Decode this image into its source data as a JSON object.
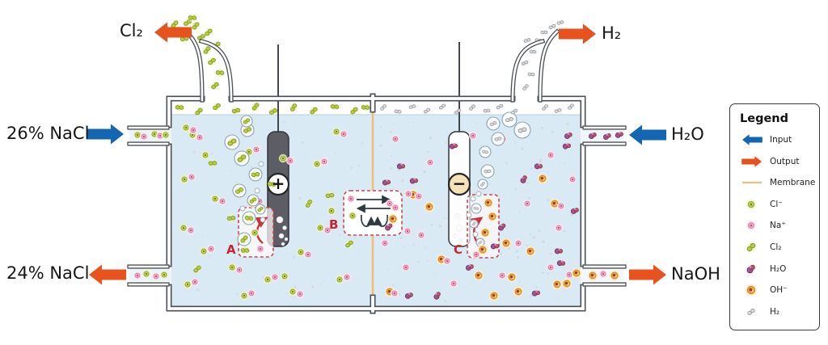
{
  "figure": {
    "labels": {
      "cl2_output": "Cl₂",
      "h2_output": "H₂",
      "nacl_input": "26% NaCl",
      "h2o_input": "H₂O",
      "nacl_output": "24% NaCl",
      "naoh_output": "NaOH"
    },
    "regions": {
      "a": "A",
      "b": "B",
      "c": "C"
    },
    "electrodes": {
      "anode_sign": "+",
      "cathode_sign": "−"
    }
  },
  "legend": {
    "title": "Legend",
    "items": [
      {
        "label": "Input",
        "icon": "input-arrow"
      },
      {
        "label": "Output",
        "icon": "output-arrow"
      },
      {
        "label": "Membrane",
        "icon": "membrane-line"
      },
      {
        "label": "Cl⁻",
        "icon": "cl-ion"
      },
      {
        "label": "Na⁺",
        "icon": "na-ion"
      },
      {
        "label": "Cl₂",
        "icon": "cl2-molecule"
      },
      {
        "label": "H₂O",
        "icon": "h2o-molecule"
      },
      {
        "label": "OH⁻",
        "icon": "oh-ion"
      },
      {
        "label": "H₂",
        "icon": "h2-molecule"
      }
    ]
  },
  "colors": {
    "input": "#1566b2",
    "output": "#e8521f",
    "membrane": "#eebf7a",
    "water": "#d9eaf5",
    "wall": "#4a4f55",
    "annotation": "#cf3a44"
  },
  "flow_arrows": [
    {
      "name": "cl2-output-arrow",
      "kind": "output",
      "dir": "left",
      "tip": [
        191,
        40
      ]
    },
    {
      "name": "h2-output-arrow",
      "kind": "output",
      "dir": "right",
      "tip": [
        737,
        42
      ]
    },
    {
      "name": "nacl-input-arrow",
      "kind": "input",
      "dir": "right",
      "tip": [
        153,
        166
      ]
    },
    {
      "name": "h2o-input-arrow",
      "kind": "input",
      "dir": "left",
      "tip": [
        778,
        167
      ]
    },
    {
      "name": "nacl-output-arrow",
      "kind": "output",
      "dir": "left",
      "tip": [
        110,
        340
      ]
    },
    {
      "name": "naoh-output-arrow",
      "kind": "output",
      "dir": "right",
      "tip": [
        824,
        340
      ]
    }
  ],
  "particles": [
    [
      "cl",
      238,
      167
    ],
    [
      "na",
      247,
      170
    ],
    [
      "cl",
      308,
      188
    ],
    [
      "na",
      317,
      185
    ],
    [
      "cl",
      350,
      196
    ],
    [
      "na",
      359,
      199
    ],
    [
      "cl",
      228,
      222
    ],
    [
      "na",
      237,
      219
    ],
    [
      "cl",
      266,
      246
    ],
    [
      "na",
      275,
      249
    ],
    [
      "cl",
      227,
      282
    ],
    [
      "na",
      236,
      285
    ],
    [
      "cl",
      252,
      311
    ],
    [
      "na",
      261,
      308
    ],
    [
      "cl",
      287,
      331
    ],
    [
      "na",
      296,
      334
    ],
    [
      "cl",
      331,
      346
    ],
    [
      "na",
      340,
      343
    ],
    [
      "cl",
      362,
      361
    ],
    [
      "na",
      371,
      364
    ],
    [
      "cl",
      302,
      366
    ],
    [
      "na",
      311,
      363
    ],
    [
      "cl",
      232,
      352
    ],
    [
      "na",
      241,
      349
    ],
    [
      "cl",
      392,
      203
    ],
    [
      "na",
      401,
      200
    ],
    [
      "cl",
      396,
      282
    ],
    [
      "na",
      405,
      285
    ],
    [
      "cl",
      372,
      312
    ],
    [
      "na",
      381,
      315
    ],
    [
      "cl",
      420,
      346
    ],
    [
      "na",
      429,
      343
    ],
    [
      "cl",
      312,
      252
    ],
    [
      "na",
      321,
      249
    ],
    [
      "cl",
      230,
      158
    ],
    [
      "na",
      239,
      161
    ],
    [
      "cl",
      416,
      163
    ],
    [
      "na",
      425,
      166
    ],
    [
      "cl",
      352,
      342
    ],
    [
      "cl",
      254,
      192
    ],
    [
      "cl2",
      263,
      202
    ],
    [
      "cl2",
      286,
      270
    ],
    [
      "cl2",
      244,
      333
    ],
    [
      "cl2",
      408,
      242
    ],
    [
      "cl2",
      432,
      302
    ],
    [
      "cl2",
      382,
      252
    ],
    [
      "cl2",
      336,
      228
    ],
    [
      "bcl2",
      287,
      176,
      9
    ],
    [
      "bcl2",
      306,
      161,
      8
    ],
    [
      "bcl2",
      299,
      196,
      9
    ],
    [
      "bcl2",
      316,
      216,
      8
    ],
    [
      "bcl2",
      296,
      236,
      8
    ],
    [
      "bcl2",
      313,
      248,
      7
    ],
    [
      "bcl2",
      322,
      259,
      6
    ],
    [
      "bcl2",
      305,
      150,
      7
    ],
    [
      "bub",
      323,
      203,
      3
    ],
    [
      "bub",
      318,
      236,
      3
    ],
    [
      "bub",
      325,
      272,
      3
    ],
    [
      "bub",
      300,
      258,
      3
    ],
    [
      "bcl2",
      308,
      270,
      8
    ],
    [
      "bcl2",
      302,
      296,
      8
    ],
    [
      "cl",
      315,
      288
    ],
    [
      "cl2",
      303,
      310
    ],
    [
      "na",
      322,
      308
    ],
    [
      "wdot",
      346,
      272,
      4
    ],
    [
      "wdot",
      352,
      282,
      2.5
    ],
    [
      "wdot",
      348,
      292,
      3
    ],
    [
      "wdot",
      354,
      296,
      2
    ],
    [
      "wdot",
      350,
      302,
      2
    ],
    [
      "cl2",
      222,
      133
    ],
    [
      "cl2",
      246,
      138
    ],
    [
      "cl2",
      268,
      132
    ],
    [
      "cl2",
      292,
      137
    ],
    [
      "cl2",
      316,
      132
    ],
    [
      "cl2",
      338,
      138
    ],
    [
      "cl2",
      363,
      133
    ],
    [
      "cl2",
      388,
      137
    ],
    [
      "cl2",
      414,
      132
    ],
    [
      "cl2",
      438,
      137
    ],
    [
      "cl2",
      452,
      133
    ],
    [
      "cl2",
      266,
      106
    ],
    [
      "cl2",
      272,
      90
    ],
    [
      "cl2",
      262,
      76
    ],
    [
      "cl2",
      256,
      62
    ],
    [
      "cl2",
      268,
      56
    ],
    [
      "cl2",
      249,
      46
    ],
    [
      "cl2",
      258,
      40
    ],
    [
      "cl2",
      242,
      32
    ],
    [
      "cl2",
      232,
      28
    ],
    [
      "cl2",
      224,
      38
    ],
    [
      "cl2",
      216,
      30
    ],
    [
      "cl2",
      228,
      48
    ],
    [
      "cl2",
      238,
      22
    ],
    [
      "cl",
      170,
      167
    ],
    [
      "na",
      178,
      169
    ],
    [
      "cl",
      191,
      166
    ],
    [
      "na",
      198,
      168
    ],
    [
      "cl",
      205,
      167
    ],
    [
      "na",
      170,
      341
    ],
    [
      "cl",
      181,
      339
    ],
    [
      "na",
      193,
      342
    ],
    [
      "cl",
      203,
      340
    ],
    [
      "na",
      489,
      172
    ],
    [
      "na",
      532,
      201
    ],
    [
      "na",
      622,
      172
    ],
    [
      "na",
      681,
      192
    ],
    [
      "na",
      482,
      252
    ],
    [
      "na",
      521,
      291
    ],
    [
      "na",
      652,
      252
    ],
    [
      "na",
      691,
      282
    ],
    [
      "na",
      502,
      331
    ],
    [
      "na",
      561,
      351
    ],
    [
      "na",
      621,
      341
    ],
    [
      "na",
      681,
      331
    ],
    [
      "na",
      708,
      222
    ],
    [
      "na",
      476,
      301
    ],
    [
      "na",
      641,
      301
    ],
    [
      "na",
      585,
      168
    ],
    [
      "oh",
      511,
      241
    ],
    [
      "oh",
      546,
      321
    ],
    [
      "oh",
      626,
      301
    ],
    [
      "oh",
      641,
      361
    ],
    [
      "oh",
      686,
      252
    ],
    [
      "oh",
      701,
      351
    ],
    [
      "oh",
      482,
      361
    ],
    [
      "oh",
      531,
      256
    ],
    [
      "oh",
      671,
      221
    ],
    [
      "oh",
      611,
      366
    ],
    [
      "oh",
      656,
      311
    ],
    [
      "oh",
      592,
      341
    ],
    [
      "na",
      518,
      243
    ],
    [
      "na",
      553,
      323
    ],
    [
      "na",
      694,
      255
    ],
    [
      "na",
      488,
      363
    ],
    [
      "oh",
      633,
      343
    ],
    [
      "h2o",
      496,
      206
    ],
    [
      "h2o",
      561,
      181
    ],
    [
      "h2o",
      648,
      222
    ],
    [
      "h2o",
      666,
      206
    ],
    [
      "h2o",
      701,
      181
    ],
    [
      "h2o",
      481,
      281
    ],
    [
      "h2o",
      621,
      281
    ],
    [
      "h2o",
      691,
      311
    ],
    [
      "h2o",
      541,
      366
    ],
    [
      "h2o",
      581,
      331
    ],
    [
      "h2o",
      711,
      261
    ],
    [
      "h2o",
      506,
      366
    ],
    [
      "h2o",
      478,
      226
    ],
    [
      "h2o",
      663,
      363
    ],
    [
      "bh2",
      610,
      153,
      8
    ],
    [
      "bh2",
      630,
      148,
      9
    ],
    [
      "bh2",
      646,
      161,
      10
    ],
    [
      "bh2",
      616,
      172,
      8
    ],
    [
      "bh2",
      600,
      188,
      7
    ],
    [
      "bh2",
      603,
      212,
      8
    ],
    [
      "bh2",
      597,
      228,
      6
    ],
    [
      "bh2",
      589,
      258,
      6
    ],
    [
      "bh2",
      586,
      277,
      5
    ],
    [
      "bh2",
      594,
      300,
      5
    ],
    [
      "bub",
      585,
      246,
      3
    ],
    [
      "bub",
      592,
      240,
      3
    ],
    [
      "bub",
      580,
      266,
      3
    ],
    [
      "bub",
      588,
      290,
      3
    ],
    [
      "oh",
      604,
      251
    ],
    [
      "oh",
      609,
      268
    ],
    [
      "oh",
      600,
      288
    ],
    [
      "oh",
      597,
      309
    ],
    [
      "na",
      589,
      315
    ],
    [
      "h2o",
      612,
      305
    ],
    [
      "wdot",
      566,
      267,
      2.5
    ],
    [
      "wdot",
      568,
      282,
      3.5
    ],
    [
      "wdot",
      563,
      292,
      2.5
    ],
    [
      "wdot",
      570,
      297,
      2
    ],
    [
      "h2",
      474,
      133
    ],
    [
      "h2",
      492,
      138
    ],
    [
      "h2",
      510,
      132
    ],
    [
      "h2",
      528,
      137
    ],
    [
      "h2",
      547,
      132
    ],
    [
      "h2",
      566,
      138
    ],
    [
      "h2",
      584,
      133
    ],
    [
      "h2",
      602,
      137
    ],
    [
      "h2",
      618,
      132
    ],
    [
      "h2",
      636,
      138
    ],
    [
      "h2",
      674,
      133
    ],
    [
      "h2",
      690,
      137
    ],
    [
      "h2",
      706,
      132
    ],
    [
      "h2",
      650,
      108
    ],
    [
      "h2",
      657,
      92
    ],
    [
      "h2",
      649,
      78
    ],
    [
      "h2",
      659,
      64
    ],
    [
      "h2",
      652,
      50
    ],
    [
      "h2",
      666,
      50
    ],
    [
      "h2",
      673,
      40
    ],
    [
      "h2",
      683,
      33
    ],
    [
      "h2",
      693,
      28
    ],
    [
      "h2",
      700,
      42
    ],
    [
      "h2o",
      733,
      168
    ],
    [
      "h2o",
      751,
      169
    ],
    [
      "h2o",
      766,
      167
    ],
    [
      "h2o",
      703,
      168
    ],
    [
      "oh",
      733,
      341
    ],
    [
      "na",
      746,
      339
    ],
    [
      "oh",
      760,
      341
    ],
    [
      "na",
      704,
      340
    ],
    [
      "oh",
      713,
      338
    ],
    [
      "h2o",
      694,
      326
    ],
    [
      "oh",
      689,
      352
    ],
    [
      "na",
      434,
      246
    ],
    [
      "na",
      489,
      257
    ],
    [
      "cl",
      436,
      267
    ],
    [
      "oh",
      486,
      271
    ],
    [
      "cl",
      410,
      261
    ],
    [
      "na",
      505,
      240
    ],
    [
      "h2o",
      512,
      224
    ],
    [
      "na",
      504,
      286
    ]
  ]
}
